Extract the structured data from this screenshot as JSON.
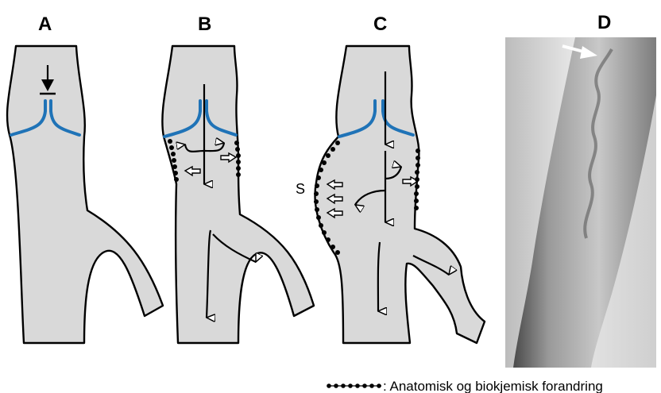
{
  "panels": [
    {
      "id": "A",
      "label": "A"
    },
    {
      "id": "B",
      "label": "B"
    },
    {
      "id": "C",
      "label": "C"
    },
    {
      "id": "D",
      "label": "D"
    }
  ],
  "sinus_label": "S",
  "legend": {
    "text": ": Anatomisk og biokjemisk forandring"
  },
  "colors": {
    "vein_fill": "#d9d9d9",
    "vein_outline": "#000000",
    "valve": "#1f73b7",
    "background": "#ffffff"
  },
  "icons": {
    "flow_arrow": "arrow-down-icon",
    "reflux_arrow": "hollow-arrow-icon",
    "photo_pointer": "white-arrow-icon"
  }
}
